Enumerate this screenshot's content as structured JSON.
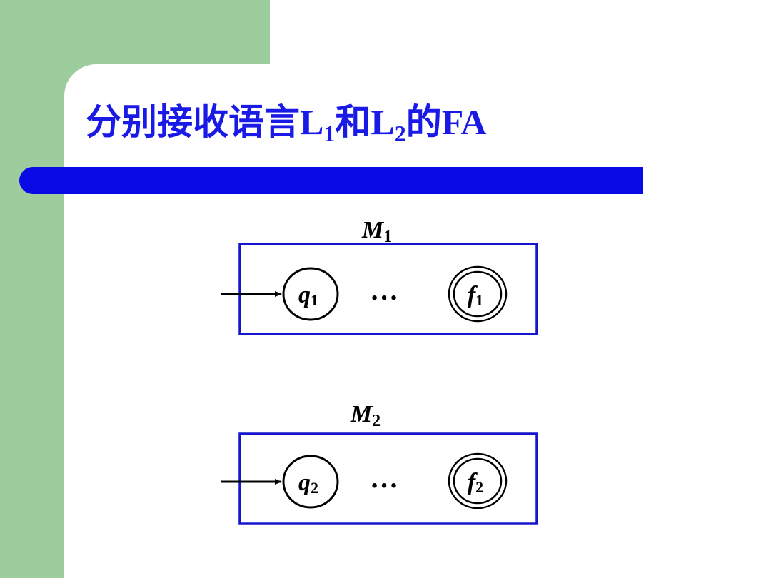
{
  "slide": {
    "title": {
      "part1": "分别接收语言L",
      "sub1": "1",
      "part2": "和L",
      "sub2": "2",
      "part3": "的FA"
    },
    "colors": {
      "background": "#ffffff",
      "sidebar_green": "#9dcd9d",
      "title_text": "#1a1ae6",
      "title_bar": "#0a0ae6",
      "box_border": "#1515cc",
      "line": "#000000"
    }
  },
  "machines": [
    {
      "label": "M",
      "label_sub": "1",
      "start_state": {
        "label": "q",
        "sub": "1"
      },
      "ellipsis": "…",
      "final_state": {
        "label": "f",
        "sub": "1"
      }
    },
    {
      "label": "M",
      "label_sub": "2",
      "start_state": {
        "label": "q",
        "sub": "2"
      },
      "ellipsis": "…",
      "final_state": {
        "label": "f",
        "sub": "2"
      }
    }
  ]
}
